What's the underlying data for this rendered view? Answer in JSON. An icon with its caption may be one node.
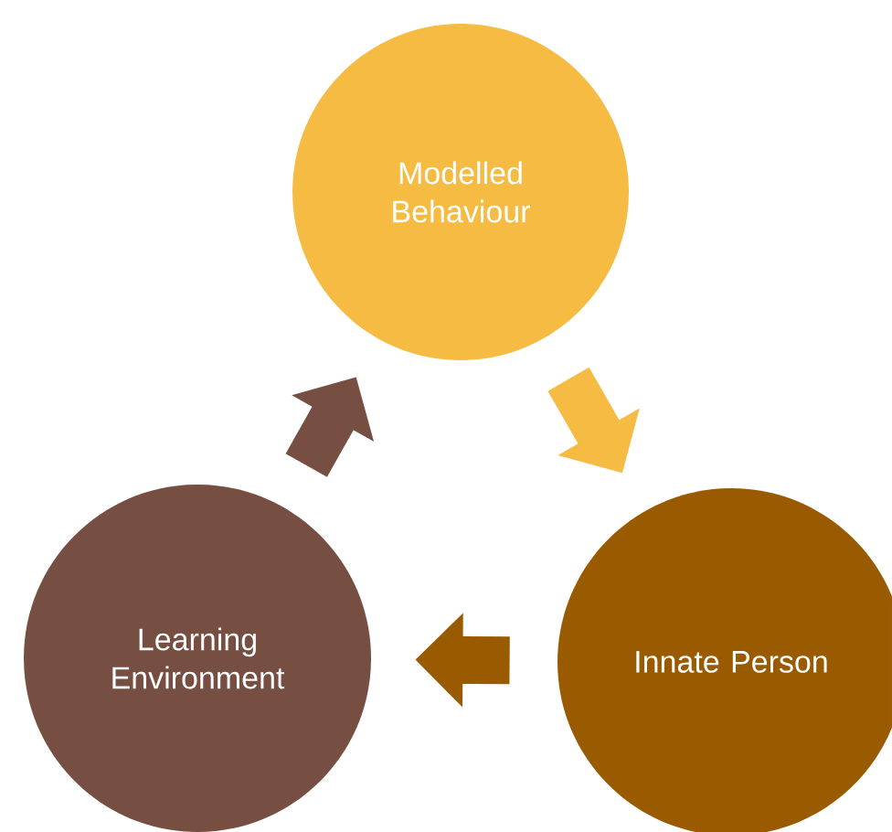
{
  "diagram": {
    "nodes": [
      {
        "text": [
          "Modelled Behaviour"
        ]
      },
      {
        "text": [
          "Innate Person"
        ]
      },
      {
        "text": [
          "Learning Environment"
        ]
      }
    ],
    "edges": [
      {
        "from": 0,
        "to": 1,
        "arrow": "to",
        "color": "#f5bb42"
      },
      {
        "from": 1,
        "to": 2,
        "arrow": "to",
        "color": "#9a5b00"
      },
      {
        "from": 2,
        "to": 0,
        "arrow": "to",
        "color": "#774e42"
      }
    ]
  }
}
